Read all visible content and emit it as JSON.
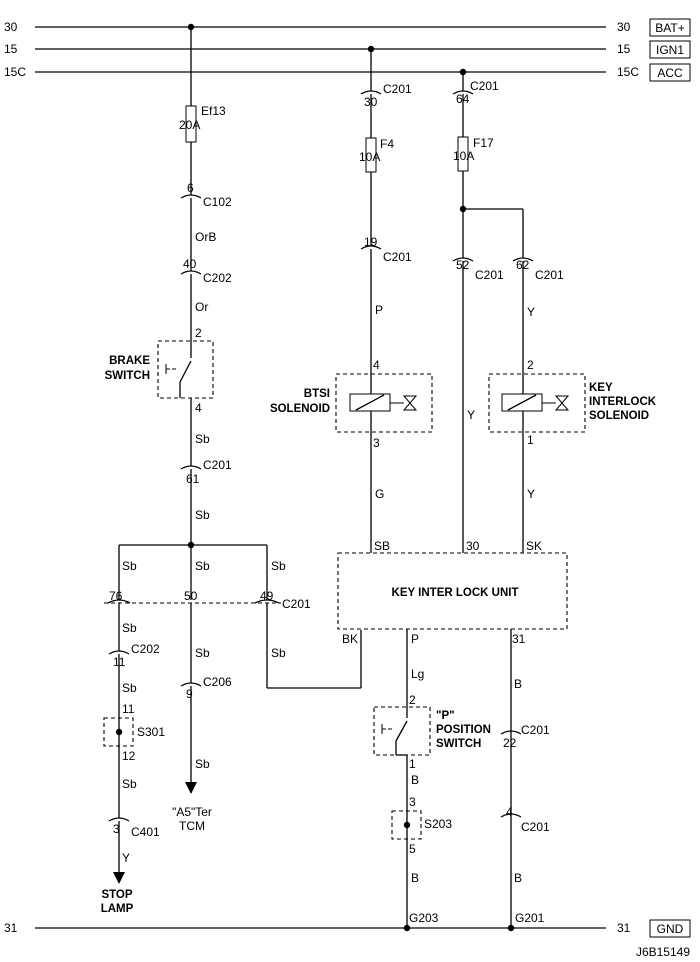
{
  "rails": {
    "bat": {
      "left": "30",
      "right": "30",
      "tag": "BAT+"
    },
    "ign": {
      "left": "15",
      "right": "15",
      "tag": "IGN1"
    },
    "acc": {
      "left": "15C",
      "right": "15C",
      "tag": "ACC"
    },
    "gnd": {
      "left": "31",
      "right": "31",
      "tag": "GND"
    }
  },
  "fuses": {
    "ef13": {
      "name": "Ef13",
      "rating": "20A"
    },
    "f4": {
      "name": "F4",
      "rating": "10A"
    },
    "f17": {
      "name": "F17",
      "rating": "10A"
    }
  },
  "connectors": {
    "c201": "C201",
    "c102": "C102",
    "c202": "C202",
    "c206": "C206",
    "c401": "C401"
  },
  "pins": {
    "p30": "30",
    "p64": "64",
    "p6": "6",
    "p40": "40",
    "p19": "19",
    "p52": "52",
    "p62": "62",
    "p61": "61",
    "p76": "76",
    "p50": "50",
    "p49": "49",
    "p11": "11",
    "p9": "9",
    "p3": "3",
    "p22": "22",
    "p4": "4",
    "brake_top": "2",
    "brake_bot": "4",
    "btsi_top": "4",
    "btsi_bot": "3",
    "ki_top": "2",
    "ki_bot": "1",
    "s301_top": "11",
    "s301_bot": "12",
    "psw_top": "2",
    "psw_bot": "1",
    "s203_top": "3",
    "s203_bot": "5"
  },
  "wire_colors": {
    "orb": "OrB",
    "or": "Or",
    "p": "P",
    "y": "Y",
    "g": "G",
    "sb": "Sb",
    "lg": "Lg",
    "b": "B"
  },
  "components": {
    "brake_switch": [
      "BRAKE",
      "SWITCH"
    ],
    "btsi_solenoid": [
      "BTSI",
      "SOLENOID"
    ],
    "key_interlock_solenoid": [
      "KEY",
      "INTERLOCK",
      "SOLENOID"
    ],
    "p_position_switch": [
      "\"P\"",
      "POSITION",
      "SWITCH"
    ],
    "splice_s301": "S301",
    "splice_s203": "S203",
    "tcm": [
      "\"A5\"Ter",
      "TCM"
    ],
    "stop_lamp": [
      "STOP",
      "LAMP"
    ]
  },
  "unit": {
    "name": "KEY INTER LOCK UNIT",
    "term_sb": "SB",
    "term_30": "30",
    "term_sk": "SK",
    "term_bk": "BK",
    "term_p": "P",
    "term_31": "31"
  },
  "grounds": {
    "g203": "G203",
    "g201": "G201"
  },
  "diagram_code": "J6B15149"
}
